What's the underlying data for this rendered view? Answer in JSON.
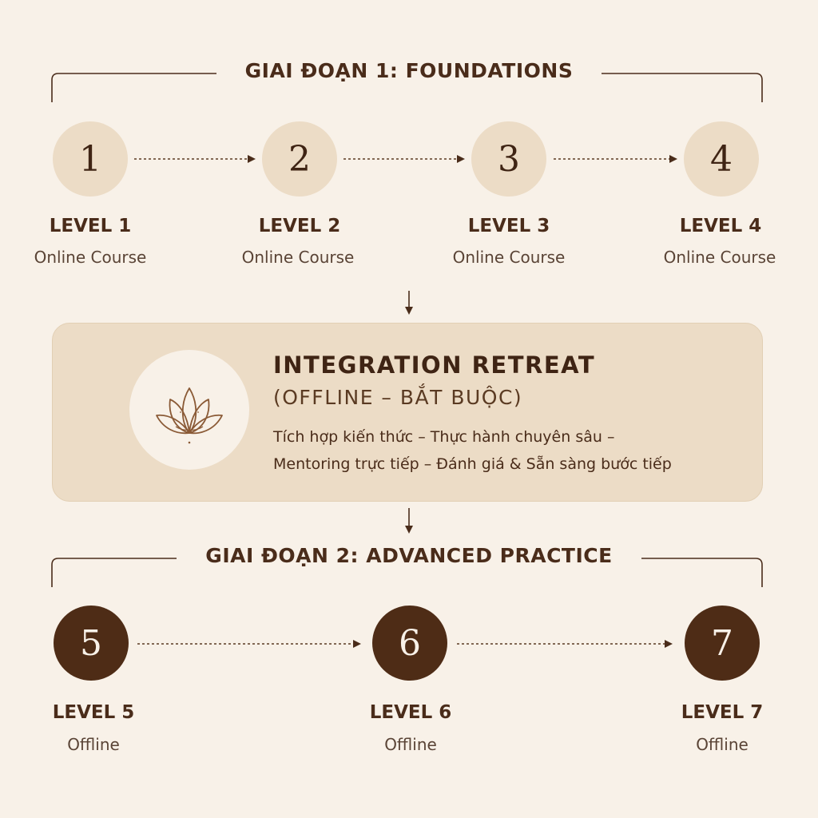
{
  "phase1": {
    "title": "GIAI ĐOẠN 1: FOUNDATIONS"
  },
  "phase2": {
    "title": "GIAI ĐOẠN 2: ADVANCED PRACTICE"
  },
  "levels": [
    {
      "number": "1",
      "name": "LEVEL 1",
      "type": "Online Course"
    },
    {
      "number": "2",
      "name": "LEVEL 2",
      "type": "Online Course"
    },
    {
      "number": "3",
      "name": "LEVEL 3",
      "type": "Online Course"
    },
    {
      "number": "4",
      "name": "LEVEL 4",
      "type": "Online Course"
    },
    {
      "number": "5",
      "name": "LEVEL 5",
      "type": "Offline"
    },
    {
      "number": "6",
      "name": "LEVEL 6",
      "type": "Offline"
    },
    {
      "number": "7",
      "name": "LEVEL 7",
      "type": "Offline"
    }
  ],
  "retreat": {
    "title": "INTEGRATION RETREAT",
    "subtitle": "(OFFLINE – BẮT BUỘC)",
    "line1": "Tích hợp kiến thức – Thực hành chuyên sâu –",
    "line2": "Mentoring trực tiếp – Đánh giá & Sẵn sàng bước tiếp",
    "icon": "lotus-icon"
  },
  "colors": {
    "background": "#f8f1e8",
    "light_circle": "#ecdcc6",
    "dark_circle": "#4e2c16",
    "text": "#4a2c1a"
  }
}
